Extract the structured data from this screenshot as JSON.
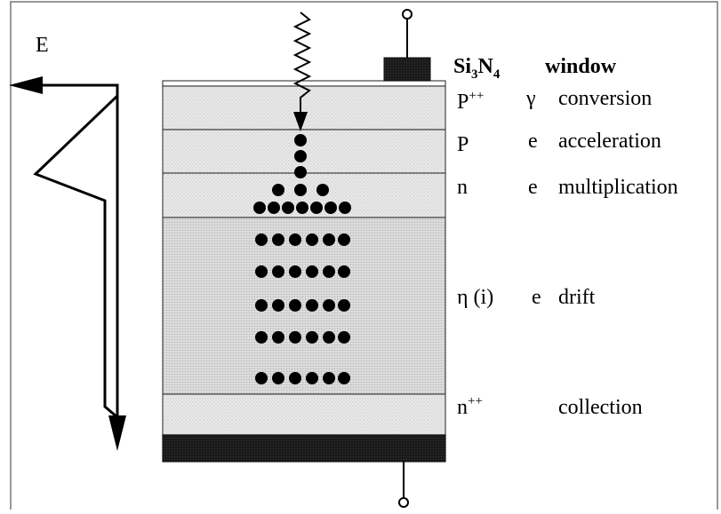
{
  "axis_label": "E",
  "window_label": {
    "si": "Si",
    "sub3": "3",
    "n": "N",
    "sub4": "4",
    "word": "window"
  },
  "layers": [
    {
      "doping": "P",
      "doping_sup": "++",
      "carrier": "γ",
      "process": "conversion"
    },
    {
      "doping": "P",
      "doping_sup": "",
      "carrier": "e",
      "process": "acceleration"
    },
    {
      "doping": "n",
      "doping_sup": "",
      "carrier": "e",
      "process": "multiplication"
    },
    {
      "doping": "η (i)",
      "doping_sup": "",
      "carrier": "e",
      "process": "drift"
    },
    {
      "doping": "n",
      "doping_sup": "++",
      "carrier": "",
      "process": "collection"
    }
  ],
  "colors": {
    "layer_fill": "#e6e6e6",
    "dot_color": "#000000",
    "contact": "#222222"
  }
}
